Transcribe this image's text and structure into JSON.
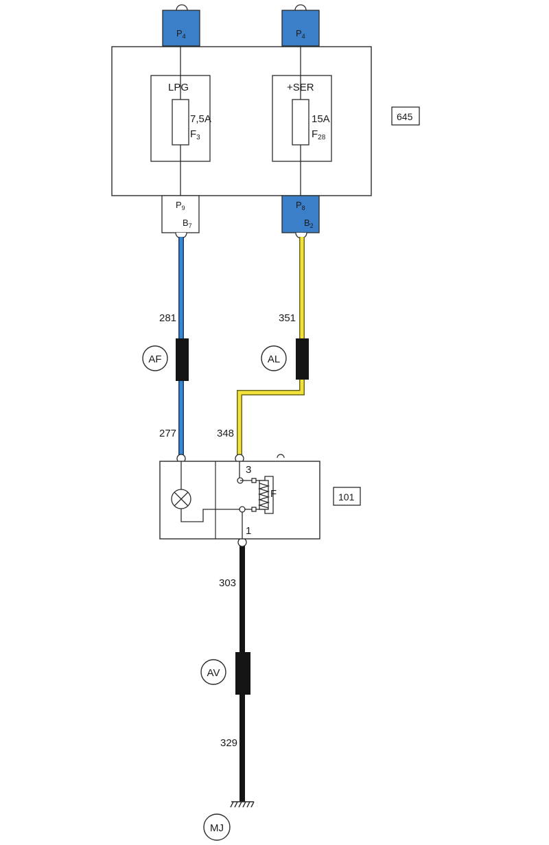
{
  "colors": {
    "connector_blue": "#3a7fc8",
    "wire_blue": "#3a86cf",
    "wire_yellow": "#f2e23a",
    "wire_black": "#141414",
    "stroke": "#2a2a2a"
  },
  "top_connectors": [
    {
      "letter": "P",
      "sub": "4"
    },
    {
      "letter": "P",
      "sub": "4"
    }
  ],
  "fuse_box": {
    "id": "645",
    "fuses": [
      {
        "name": "LPG",
        "rating": "7,5A",
        "code": "F",
        "code_sub": "3"
      },
      {
        "name": "+SER",
        "rating": "15A",
        "code": "F",
        "code_sub": "28"
      }
    ]
  },
  "bottom_connectors": [
    {
      "line1": "P",
      "line1_sub": "9",
      "line2": "B",
      "line2_sub": "7"
    },
    {
      "line1": "P",
      "line1_sub": "8",
      "line2": "B",
      "line2_sub": "2"
    }
  ],
  "wires": {
    "w281": "281",
    "w277": "277",
    "w351": "351",
    "w348": "348",
    "w303": "303",
    "w329": "329"
  },
  "junctions": {
    "af": "AF",
    "al": "AL",
    "av": "AV",
    "mj": "MJ"
  },
  "relay": {
    "id": "101",
    "pin3": "3",
    "pin1": "1",
    "coil": "F"
  }
}
